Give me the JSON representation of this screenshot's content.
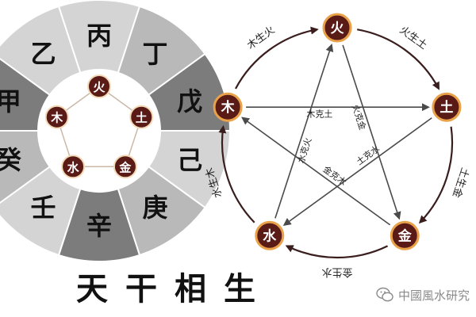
{
  "stems_wheel": {
    "stems": [
      "丙",
      "丁",
      "戊",
      "己",
      "庚",
      "辛",
      "壬",
      "癸",
      "甲",
      "乙"
    ],
    "inner_elements": [
      "火",
      "土",
      "金",
      "水",
      "木"
    ]
  },
  "cycle_diagram": {
    "nodes": [
      "火",
      "土",
      "金",
      "水",
      "木"
    ],
    "generation_labels": [
      "火生土",
      "土生金",
      "金生水",
      "水生木",
      "木生火"
    ],
    "control_labels": [
      "木克土",
      "火克金",
      "土克水",
      "金克木",
      "水克火"
    ]
  },
  "caption": "天干相生",
  "watermark": "中國風水研究"
}
